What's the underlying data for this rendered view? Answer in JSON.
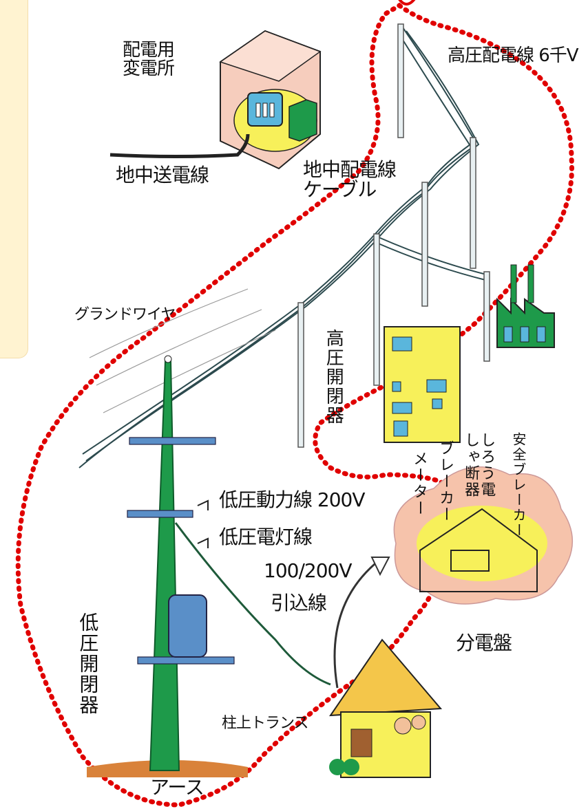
{
  "labels": {
    "substation": "配電用\n変電所",
    "underground_transmission": "地中送電線",
    "underground_cable": "地中配電線\nケーブル",
    "high_voltage_line": "高圧配電線 6千V",
    "ground_wire": "グランドワイヤ",
    "high_voltage_switch": "高圧開閉器",
    "low_voltage_power": "低圧動力線 200V",
    "low_voltage_light": "低圧電灯線",
    "low_voltage_light_value": "100/200V",
    "service_drop": "引込線",
    "low_voltage_switch": "低圧開閉器",
    "pole_transformer": "柱上トランス",
    "earth": "アース",
    "meter": "メーター",
    "breaker": "ブレーカー",
    "leakage_breaker": "しろう電\nしゃ断器",
    "safety_breaker": "安全ブレーカー",
    "distribution_board": "分電盤"
  },
  "colors": {
    "sidebar": "#fff3d1",
    "pole_green": "#1e9a4a",
    "arm_blue": "#5a8fc8",
    "building_yellow": "#f7f05a",
    "factory_green": "#1e9a4a",
    "cloud_pink": "#f6c3ab",
    "ground_brown": "#d9823a",
    "dotted_red": "#e00000",
    "line_dark": "#2c4a4e"
  }
}
